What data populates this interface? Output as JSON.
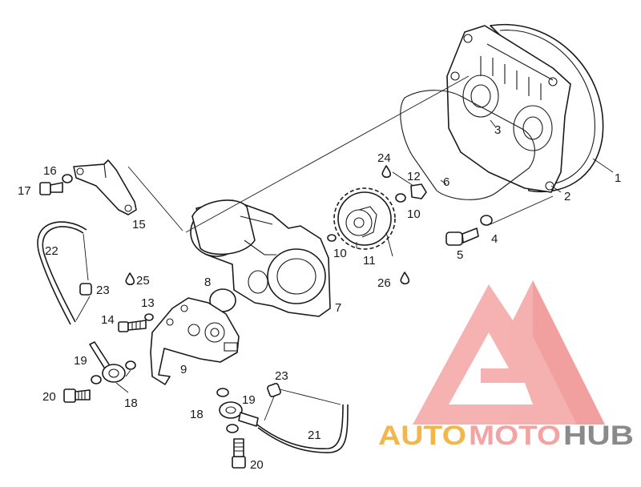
{
  "callouts": {
    "c1": "1",
    "c2": "2",
    "c3": "3",
    "c4": "4",
    "c5": "5",
    "c6": "6",
    "c7": "7",
    "c8": "8",
    "c9": "9",
    "c10a": "10",
    "c10b": "10",
    "c11": "11",
    "c12": "12",
    "c13": "13",
    "c14": "14",
    "c15": "15",
    "c16": "16",
    "c17": "17",
    "c18a": "18",
    "c18b": "18",
    "c19a": "19",
    "c19b": "19",
    "c20a": "20",
    "c20b": "20",
    "c21": "21",
    "c22": "22",
    "c23a": "23",
    "c23b": "23",
    "c24": "24",
    "c25": "25",
    "c26": "26"
  },
  "watermark": {
    "auto": "AUTO",
    "moto": "MOTO",
    "hub": "HUB",
    "colors": {
      "logo": "#f4a3a3",
      "auto": "#f2b64a",
      "moto": "#f4a3a3",
      "hub": "#8a8a8a"
    }
  }
}
